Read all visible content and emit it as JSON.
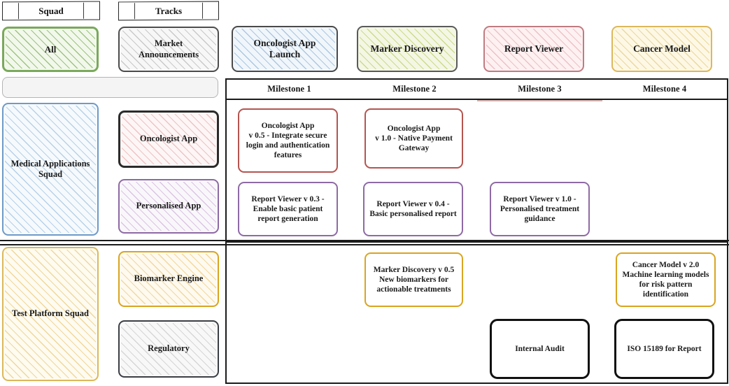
{
  "header": {
    "tabs": [
      {
        "label": "Squad",
        "name": "tab-squad"
      },
      {
        "label": "Tracks",
        "name": "tab-tracks"
      }
    ],
    "filters": [
      {
        "label": "All",
        "color": "#7aa95c",
        "fill": "#f2f8ec",
        "hatch": "#9ec47f"
      },
      {
        "label": "Market Announcements",
        "color": "#4d4d4d",
        "fill": "#f7f7f7",
        "hatch": "#c9c9c9"
      }
    ],
    "tracks": [
      {
        "label": "Oncologist App Launch",
        "color": "#4a4a4a",
        "fill": "#f1f6fb",
        "hatch": "#aac7e2"
      },
      {
        "label": "Marker Discovery",
        "color": "#5a5a5a",
        "fill": "#f4f7e4",
        "hatch": "#cdd98e"
      },
      {
        "label": "Report Viewer",
        "color": "#c07b82",
        "fill": "#fdf1f2",
        "hatch": "#eec0c4"
      },
      {
        "label": "Cancer Model",
        "color": "#dcb85b",
        "fill": "#fdf8e6",
        "hatch": "#ecd89a"
      }
    ]
  },
  "columns": [
    {
      "label": "Milestone 1"
    },
    {
      "label": "Milestone 2"
    },
    {
      "label": "Milestone 3"
    },
    {
      "label": "Milestone 4"
    }
  ],
  "highlighted_column_index": 2,
  "squads": [
    {
      "label": "Medical Applications Squad",
      "color": "#6e9ac8",
      "fill": "#f6fafd",
      "hatch": "#b6d0e8",
      "tracks": [
        {
          "label": "Oncologist App",
          "color": "#2b2b2b",
          "fill": "#fdf6f6",
          "hatch": "#f0c2c2"
        },
        {
          "label": "Personalised App",
          "color": "#8e6aa5",
          "fill": "#faf7fb",
          "hatch": "#d9c5e2"
        }
      ]
    },
    {
      "label": "Test Platform Squad",
      "color": "#dcb85b",
      "fill": "#fefbf0",
      "hatch": "#efd79b",
      "tracks": [
        {
          "label": "Biomarker Engine",
          "color": "#d9a521",
          "fill": "#fefaf0",
          "hatch": "#f3d79c"
        },
        {
          "label": "Regulatory",
          "color": "#3a3f45",
          "fill": "#f8f8f8",
          "hatch": "#d6d6d6"
        }
      ]
    }
  ],
  "cards": [
    {
      "text": "Oncologist App\nv 0.5 - Integrate secure login and authentication features",
      "color": "#b5544f",
      "row": 0,
      "col": 0
    },
    {
      "text": "Oncologist App\nv 1.0 - Native Payment Gateway",
      "color": "#b5544f",
      "row": 0,
      "col": 1
    },
    {
      "text": "Report Viewer v 0.3 - Enable basic patient report generation",
      "color": "#8e6aa5",
      "row": 1,
      "col": 0
    },
    {
      "text": "Report Viewer v 0.4 - Basic personalised report",
      "color": "#8e6aa5",
      "row": 1,
      "col": 1
    },
    {
      "text": "Report Viewer v 1.0 - Personalised treatment guidance",
      "color": "#8e6aa5",
      "row": 1,
      "col": 2
    },
    {
      "text": "Marker Discovery v 0.5 New biomarkers for actionable treatments",
      "color": "#d9a521",
      "row": 2,
      "col": 1
    },
    {
      "text": "Cancer Model v 2.0 Machine learning models for risk pattern identification",
      "color": "#d9a521",
      "row": 2,
      "col": 3
    },
    {
      "text": "Internal Audit",
      "color": "#111111",
      "row": 3,
      "col": 2
    },
    {
      "text": "ISO 15189 for Report",
      "color": "#111111",
      "row": 3,
      "col": 3
    }
  ]
}
